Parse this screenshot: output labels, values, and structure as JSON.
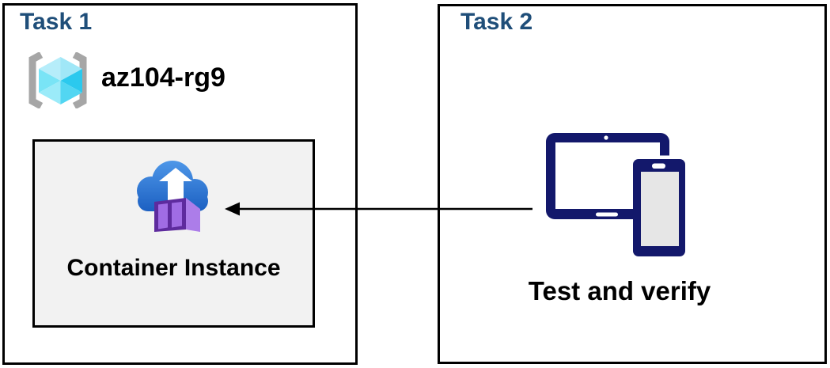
{
  "diagram": {
    "tasks": [
      {
        "title": "Task 1"
      },
      {
        "title": "Task 2"
      }
    ],
    "resource_group": {
      "name": "az104-rg9",
      "icon": "resource-group-icon"
    },
    "container_instance": {
      "label": "Container Instance",
      "icon": "container-instance-icon"
    },
    "test_verify": {
      "label": "Test and verify",
      "icon": "devices-icon"
    },
    "arrow": {
      "direction": "left",
      "from": "test_verify",
      "to": "container_instance"
    },
    "colors": {
      "title_blue": "#1F4E79",
      "border_black": "#000000",
      "panel_gray_fill": "#F2F2F2",
      "bracket_gray": "#A6A6A6",
      "cube_cyan_light": "#B6EDFA",
      "cube_cyan_dark": "#2BC9EE",
      "cloud_blue_top": "#4E97E8",
      "cloud_blue_bottom": "#1C60C2",
      "container_purple_dark": "#5E2B9E",
      "container_purple_panel": "#A06CE4",
      "container_purple_side": "#AC7DE9",
      "device_navy": "#13186B",
      "phone_screen_gray": "#E6E6E6"
    }
  }
}
